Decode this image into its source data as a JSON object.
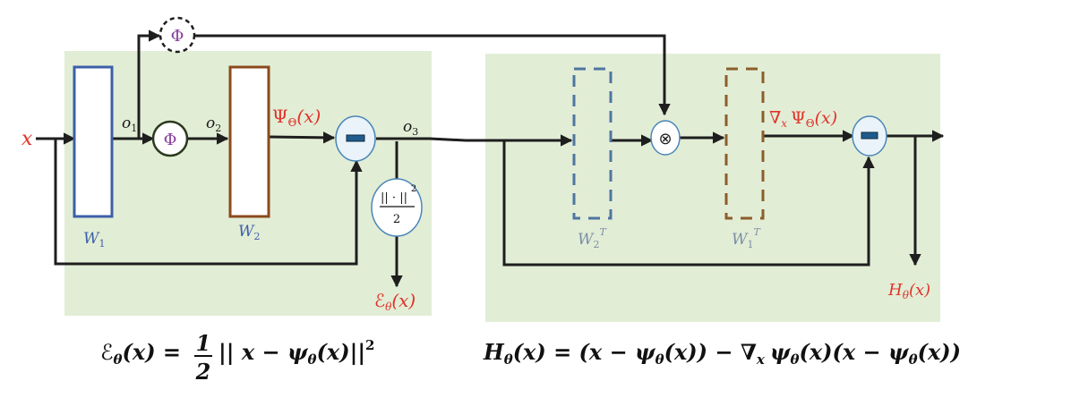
{
  "diagram": {
    "input": "x",
    "o1": "o",
    "o1_sub": "1",
    "o2": "o",
    "o2_sub": "2",
    "o3": "o",
    "o3_sub": "3",
    "phi": "Φ",
    "psi_out": "Ψ",
    "psi_sub": "Θ",
    "psi_arg": "(x)",
    "W1": "W",
    "W1_sub": "1",
    "W2": "W",
    "W2_sub": "2",
    "W2T": "W",
    "W2T_sub": "2",
    "W2T_sup": "T",
    "W1T": "W",
    "W1T_sub": "1",
    "W1T_sup": "T",
    "norm_num": "|| · ||",
    "norm_sup": "2",
    "norm_den": "2",
    "energy": "ℰ",
    "energy_sub": "θ",
    "energy_arg": "(x)",
    "grad_label": "∇",
    "grad_sub": "x",
    "grad_psi": "Ψ",
    "grad_psi_sub": "Θ",
    "grad_arg": "(x)",
    "h_out": "H",
    "h_sub": "θ",
    "h_arg": "(x)",
    "otimes": "⊗"
  },
  "equations": {
    "left_lhs": "ℰ",
    "left_lhs_sub": "θ",
    "left_lhs_arg": "(x) =",
    "left_frac_num": "1",
    "left_frac_den": "2",
    "left_rhs": "|| x − ψ",
    "left_rhs_sub": "θ",
    "left_rhs_tail": "(x)||",
    "left_rhs_sup": "2",
    "right_lhs": "H",
    "right_lhs_sub": "θ",
    "right_rhs": "(x) = (x − ψ",
    "right_rhs_sub1": "θ",
    "right_rhs_2": "(x)) − ∇",
    "right_rhs_sub2": "x",
    "right_rhs_3": "ψ",
    "right_rhs_sub3": "θ",
    "right_rhs_4": "(x)(x − ψ",
    "right_rhs_sub4": "θ",
    "right_rhs_5": "(x))"
  },
  "colors": {
    "panel": "#e2edd6",
    "red": "#e0332a",
    "blue_box": "#3c5fa8",
    "brown_box": "#8b4a1d",
    "blue_dashed": "#4f76a0",
    "brown_dashed": "#8b5e2a",
    "node_stroke": "#4a86b8",
    "phi_purple": "#8a3fa0"
  }
}
